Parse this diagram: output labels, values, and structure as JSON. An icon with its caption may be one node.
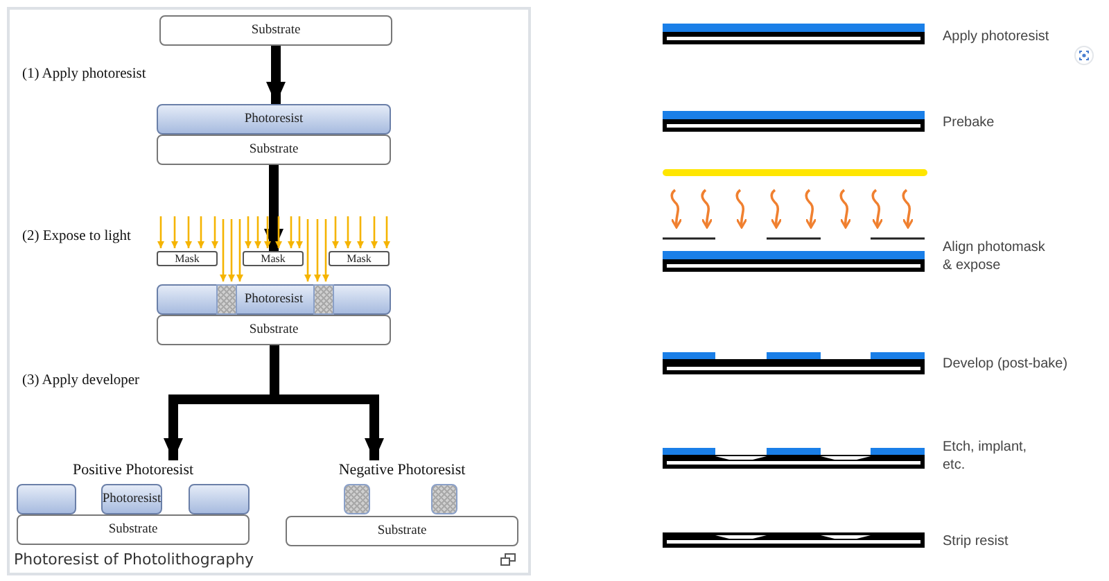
{
  "diagram": {
    "caption": "Photoresist of Photolithography",
    "nodes": [
      {
        "text": [
          "Substrate"
        ]
      },
      {
        "text": [
          "Photoresist"
        ]
      },
      {
        "text": [
          "Substrate"
        ]
      },
      {
        "text": [
          "Mask"
        ]
      },
      {
        "text": [
          "Mask"
        ]
      },
      {
        "text": [
          "Mask"
        ]
      },
      {
        "text": [
          "Photoresist"
        ]
      },
      {
        "text": [
          "Substrate"
        ]
      },
      {
        "text": [
          "Positive Photoresist"
        ]
      },
      {
        "text": [],
        "shape": "box",
        "in": 8
      },
      {
        "text": [
          "Photoresist"
        ],
        "in": 8
      },
      {
        "text": [],
        "shape": "box",
        "in": 8
      },
      {
        "text": [
          "Substrate"
        ],
        "in": 8
      },
      {
        "text": [
          "Negative Photoresist"
        ]
      },
      {
        "text": [],
        "shape": "box",
        "in": 13
      },
      {
        "text": [],
        "shape": "box",
        "in": 13
      },
      {
        "text": [
          "Substrate"
        ],
        "in": 13
      }
    ],
    "edges": [
      {
        "from": 0,
        "to": 1,
        "arrow": "to"
      },
      {
        "from": 2,
        "to": 4,
        "arrow": "to"
      },
      {
        "from": 7,
        "to": 8,
        "arrow": "to"
      },
      {
        "from": 7,
        "to": 13,
        "arrow": "to"
      }
    ],
    "labels": [
      "(1) Apply photoresist",
      "(2) Expose to light",
      "(3) Apply developer",
      "Apply photoresist",
      "Prebake",
      "Align photomask & expose",
      "Develop (post-bake)",
      "Etch, implant, etc.",
      "Strip resist"
    ]
  }
}
